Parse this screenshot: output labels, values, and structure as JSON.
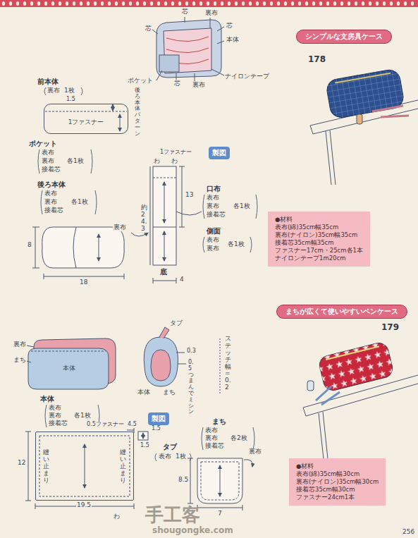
{
  "diagram": {
    "nodes": [
      {
        "text": [
          "シンプルな文房具ケース"
        ]
      },
      {
        "text": [
          "1ファスナー"
        ]
      },
      {
        "text": [
          "製図"
        ]
      },
      {
        "text": [
          "●材料",
          "表布(綿)35cm幅35cm",
          "裏布(ナイロン)35cm幅35cm",
          "接着芯35cm幅35cm",
          "ファスナー17cm・25cm各1本",
          "ナイロンテープ1m20cm"
        ]
      },
      {
        "text": [
          "まちが広くて使いやすいペンケース"
        ]
      },
      {
        "text": [
          "製図"
        ]
      },
      {
        "text": [
          "縫い止まり",
          "縫い止まり"
        ]
      },
      {
        "text": [
          "●材料",
          "表布(綿)35cm幅30cm",
          "裏布(ナイロン)35cm幅30cm",
          "接着芯35cm幅30cm",
          "ファスナー24cm1本"
        ]
      }
    ],
    "labels": [
      "178",
      "芯",
      "裏布",
      "芯",
      "芯",
      "本体",
      "ナイロンテープ",
      "ポケット",
      "芯",
      "裏布",
      "前本体",
      "裏布",
      "1枚",
      "1.5",
      "後ろ本体パターン",
      "ポケット",
      "表布",
      "裏布",
      "接着芯",
      "各1枚",
      "後ろ本体",
      "表布",
      "裏布",
      "接着芯",
      "各1枚",
      "8",
      "18",
      "1ファスナー",
      "わ",
      "わ",
      "13",
      "約24.3",
      "裏布",
      "口布",
      "表布",
      "裏布",
      "接着芯",
      "各1枚",
      "側面",
      "表布",
      "裏布",
      "各1枚",
      "底",
      "4",
      "179",
      "裏布",
      "まち",
      "本体",
      "タブ",
      "0.3",
      "0.5つまんでミシン",
      "本体",
      "まち",
      "ステッチ幅=0.2",
      "本体",
      "表布",
      "裏布",
      "接着芯",
      "各1枚",
      "0.5ファスナー",
      "4.5",
      "1.5",
      "1.5",
      "タブ",
      "表布",
      "1枚",
      "12",
      "19.5",
      "わ",
      "まち",
      "表布",
      "裏布",
      "接着芯",
      "各2枚",
      "8.5",
      "裏布",
      "7",
      "手工客",
      "shougongke.com",
      "256"
    ]
  }
}
